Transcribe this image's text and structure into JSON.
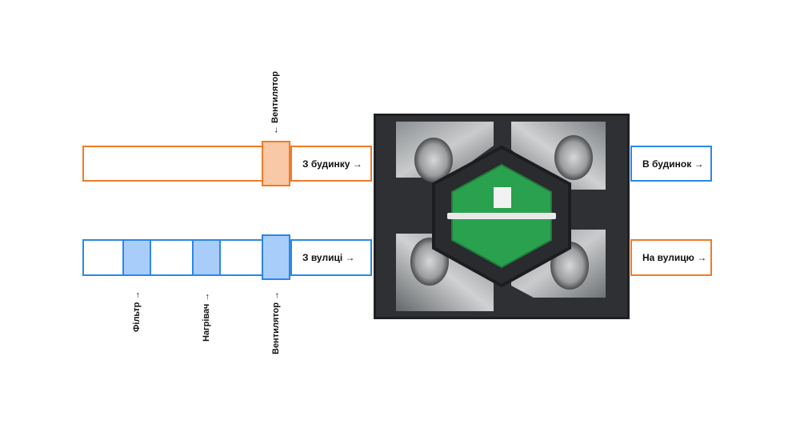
{
  "labels": {
    "fan_top": "← Вентилятор",
    "from_house": "З будинку →",
    "from_street": "З вулиці →",
    "filter": "Фільтр →",
    "heater": "Нагрівач →",
    "fan_bottom": "Вентилятор →",
    "to_house": "В будинок →",
    "to_street": "На вулицю →"
  },
  "colors": {
    "orange": "#f07a27",
    "blue": "#2c86e8",
    "orange_fill": "#f9c8a6",
    "blue_fill": "#a9cdfb"
  },
  "photo": {
    "description_icon": "heat-recovery-unit-photo"
  }
}
